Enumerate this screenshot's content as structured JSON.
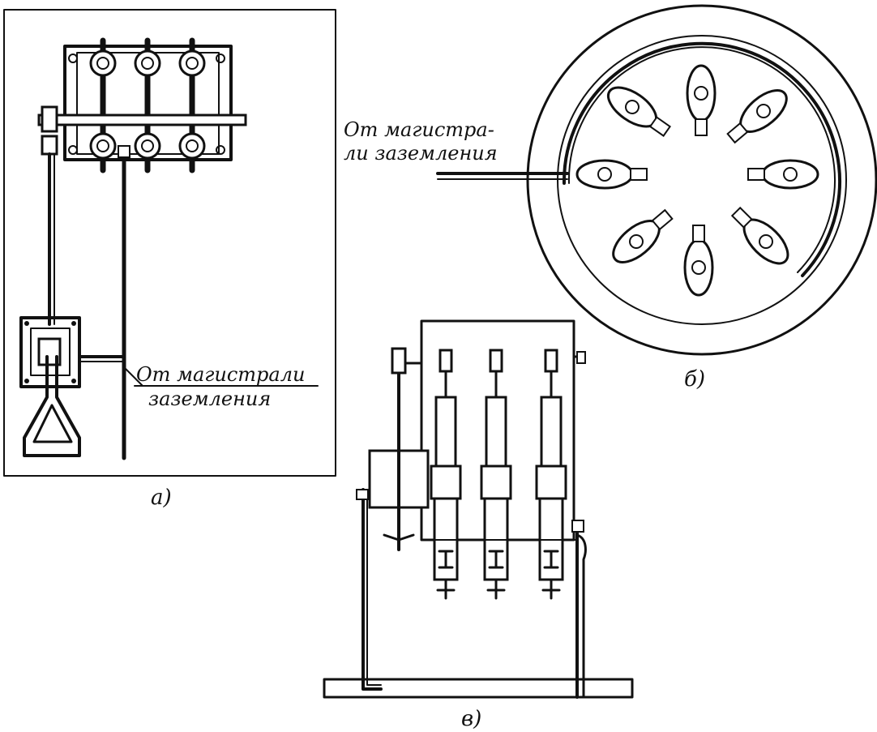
{
  "figure_a": {
    "caption": "а)",
    "annotation_line1": "От магистрали",
    "annotation_line2": "заземления"
  },
  "figure_b": {
    "caption": "б)",
    "annotation_line1": "От магистра-",
    "annotation_line2": "ли заземления"
  },
  "figure_c": {
    "caption": "в)"
  },
  "colors": {
    "ink": "#111111",
    "paper": "#ffffff"
  }
}
